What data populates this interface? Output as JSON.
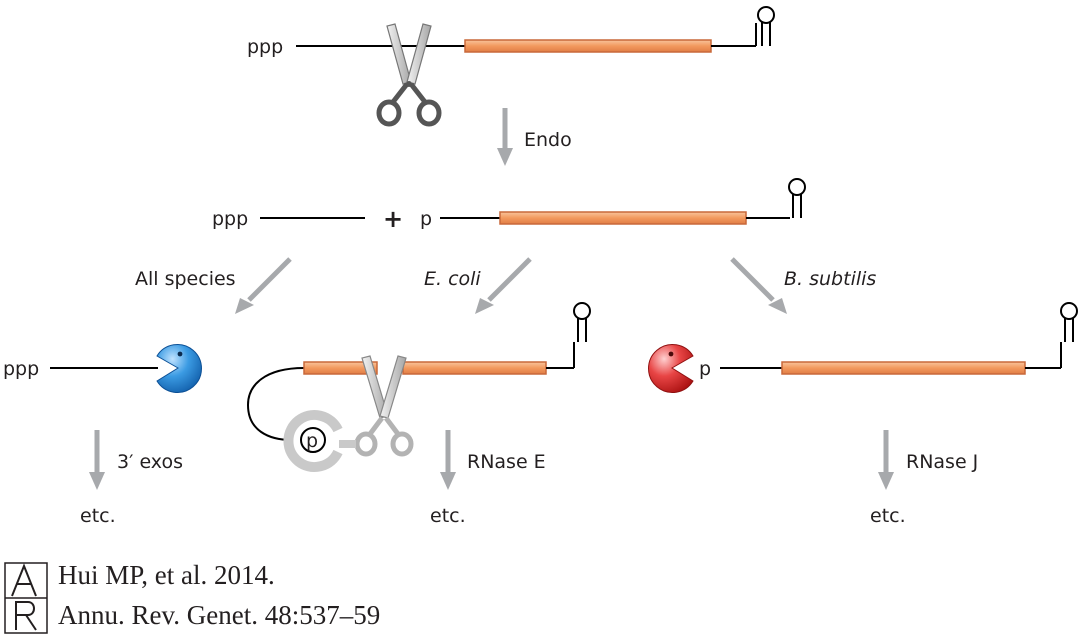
{
  "labels": {
    "ppp": "ppp",
    "p": "p",
    "plus": "+",
    "endo": "Endo",
    "all_species": "All species",
    "e_coli": "E. coli",
    "b_subtilis": "B. subtilis",
    "three_exos": "3′ exos",
    "rnase_e": "RNase E",
    "rnase_j": "RNase J",
    "etc": "etc."
  },
  "citation": {
    "line1": "Hui MP, et al. 2014.",
    "line2": "Annu. Rev. Genet. 48:537–59",
    "logo_text": "AR"
  },
  "colors": {
    "rna_line": "#000000",
    "coding_fill": "#f4a672",
    "coding_stroke": "#c8683a",
    "arrow_gray": "#a7a9ac",
    "scissors_dark": "#555555",
    "scissors_light": "#b3b3b3",
    "exo_blue": "#2e8fd8",
    "exo_red": "#e23b3b"
  }
}
